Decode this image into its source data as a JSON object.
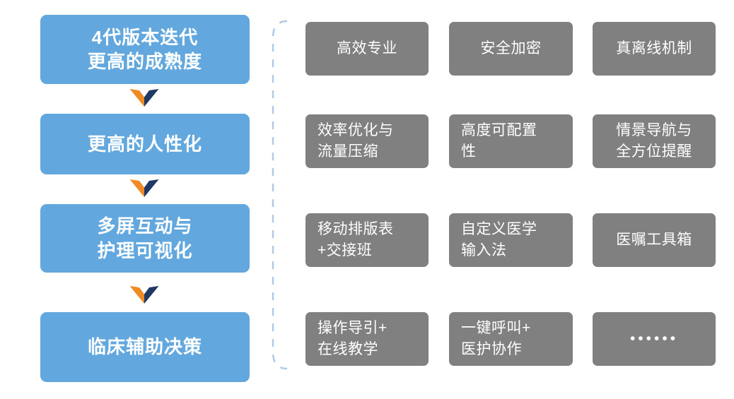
{
  "diagram": {
    "type": "flow-with-feature-grid",
    "colors": {
      "stage_fill": "#62A8DF",
      "feature_fill": "#808080",
      "text": "#FFFFFF",
      "bracket": "#AFC8E3",
      "arrow_left": "#F08A24",
      "arrow_right": "#1F3864",
      "background": "#FFFFFF"
    },
    "stages": [
      {
        "id": "stage-1",
        "label": "4代版本迭代\n更高的成熟度"
      },
      {
        "id": "stage-2",
        "label": "更高的人性化"
      },
      {
        "id": "stage-3",
        "label": "多屏互动与\n护理可视化"
      },
      {
        "id": "stage-4",
        "label": "临床辅助决策"
      }
    ],
    "connectors": [
      {
        "id": "arrow-1",
        "icon": "chevron-down-icon"
      },
      {
        "id": "arrow-2",
        "icon": "chevron-down-icon"
      },
      {
        "id": "arrow-3",
        "icon": "chevron-down-icon"
      }
    ],
    "bracket": {
      "icon": "dashed-bracket-icon",
      "style": "dashed",
      "orientation": "left"
    },
    "features": {
      "rows": [
        [
          {
            "id": "feature-1-1",
            "label": "高效专业",
            "align": "center"
          },
          {
            "id": "feature-1-2",
            "label": "安全加密",
            "align": "center"
          },
          {
            "id": "feature-1-3",
            "label": "真离线机制",
            "align": "center"
          }
        ],
        [
          {
            "id": "feature-2-1",
            "label": "效率优化与\n流量压缩",
            "align": "left"
          },
          {
            "id": "feature-2-2",
            "label": "高度可配置\n性",
            "align": "left"
          },
          {
            "id": "feature-2-3",
            "label": "情景导航与\n全方位提醒",
            "align": "center"
          }
        ],
        [
          {
            "id": "feature-3-1",
            "label": "移动排版表\n+交接班",
            "align": "left"
          },
          {
            "id": "feature-3-2",
            "label": "自定义医学\n输入法",
            "align": "left"
          },
          {
            "id": "feature-3-3",
            "label": "医嘱工具箱",
            "align": "center"
          }
        ],
        [
          {
            "id": "feature-4-1",
            "label": "操作导引+\n在线教学",
            "align": "left"
          },
          {
            "id": "feature-4-2",
            "label": "一键呼叫+\n医护协作",
            "align": "left"
          },
          {
            "id": "feature-4-3",
            "label": "••••••",
            "align": "center"
          }
        ]
      ]
    }
  }
}
